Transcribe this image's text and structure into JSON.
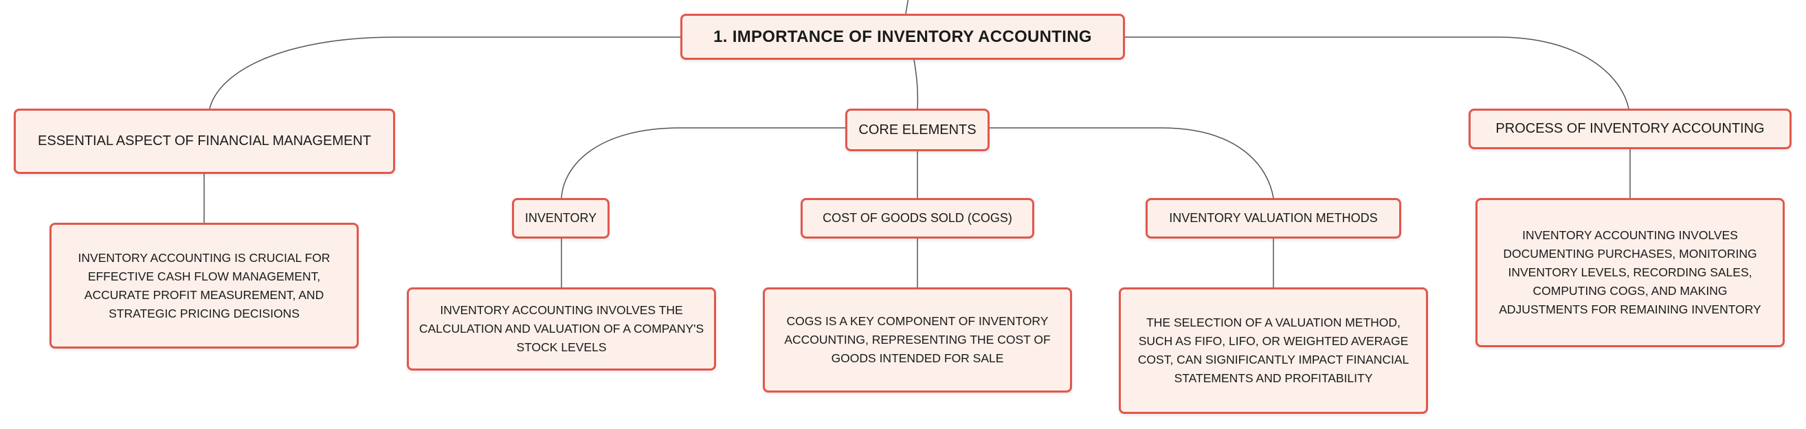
{
  "diagram": {
    "root": "1. IMPORTANCE OF INVENTORY ACCOUNTING",
    "branches": {
      "essential": {
        "title": "ESSENTIAL ASPECT OF FINANCIAL MANAGEMENT",
        "detail": "INVENTORY ACCOUNTING IS CRUCIAL FOR EFFECTIVE CASH FLOW MANAGEMENT, ACCURATE PROFIT MEASUREMENT, AND STRATEGIC PRICING DECISIONS"
      },
      "core": {
        "title": "CORE ELEMENTS",
        "inventory": {
          "title": "INVENTORY",
          "detail": "INVENTORY ACCOUNTING INVOLVES THE CALCULATION AND VALUATION OF A COMPANY'S STOCK LEVELS"
        },
        "cogs": {
          "title": "COST OF GOODS SOLD (COGS)",
          "detail": "COGS IS A KEY COMPONENT OF INVENTORY ACCOUNTING, REPRESENTING THE COST OF GOODS INTENDED FOR SALE"
        },
        "valuation": {
          "title": "INVENTORY VALUATION METHODS",
          "detail": "THE SELECTION OF A VALUATION METHOD, SUCH AS FIFO, LIFO, OR WEIGHTED AVERAGE COST, CAN SIGNIFICANTLY IMPACT FINANCIAL STATEMENTS AND PROFITABILITY"
        }
      },
      "process": {
        "title": "PROCESS OF INVENTORY ACCOUNTING",
        "detail": "INVENTORY ACCOUNTING INVOLVES DOCUMENTING PURCHASES, MONITORING INVENTORY LEVELS, RECORDING SALES, COMPUTING COGS, AND MAKING ADJUSTMENTS FOR REMAINING INVENTORY"
      }
    },
    "colors": {
      "node_border": "#e2574c",
      "node_fill": "#fdf0ea",
      "connector": "#555555"
    }
  }
}
